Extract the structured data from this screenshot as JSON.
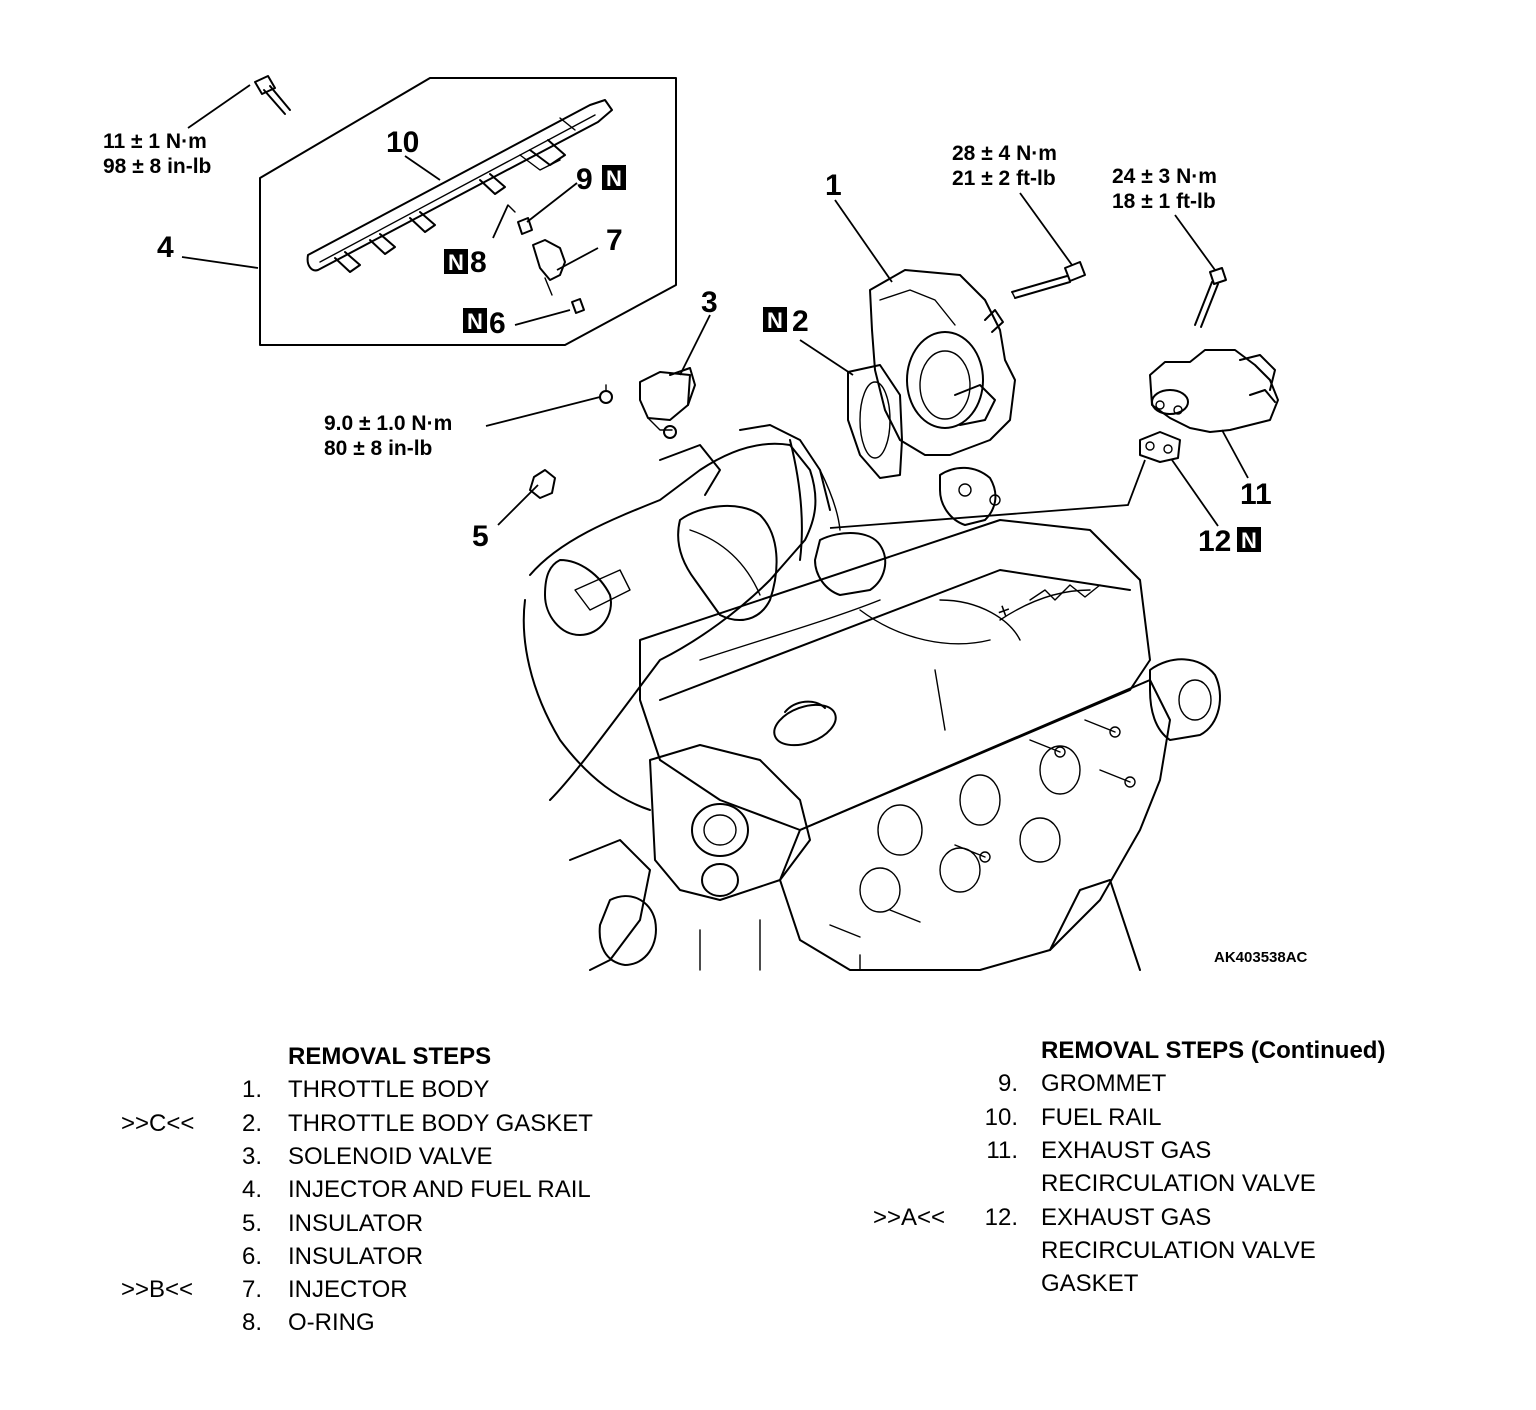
{
  "diagram": {
    "part_labels": {
      "p1": "1",
      "p2": "2",
      "p3": "3",
      "p4": "4",
      "p5": "5",
      "p6": "6",
      "p7": "7",
      "p8": "8",
      "p9": "9",
      "p10": "10",
      "p11": "11",
      "p12": "12"
    },
    "new_part_badge": "N",
    "torque": {
      "fuel_rail_bolt": [
        "11 ± 1 N·m",
        "98 ± 8 in-lb"
      ],
      "throttle_body_bolt": [
        "28 ± 4 N·m",
        "21 ± 2 ft-lb"
      ],
      "egr_valve_bolt": [
        "24 ± 3 N·m",
        "18 ± 1 ft-lb"
      ],
      "solenoid_valve_bolt": [
        "9.0 ± 1.0 N·m",
        "80 ± 8 in-lb"
      ]
    },
    "figure_ref": "AK403538AC"
  },
  "removal_steps": {
    "left": {
      "heading": "REMOVAL STEPS",
      "items": [
        {
          "mark": "",
          "num": "1.",
          "text": [
            "THROTTLE BODY"
          ]
        },
        {
          "mark": ">>C<<",
          "num": "2.",
          "text": [
            "THROTTLE BODY GASKET"
          ]
        },
        {
          "mark": "",
          "num": "3.",
          "text": [
            "SOLENOID VALVE"
          ]
        },
        {
          "mark": "",
          "num": "4.",
          "text": [
            "INJECTOR AND FUEL RAIL"
          ]
        },
        {
          "mark": "",
          "num": "5.",
          "text": [
            "INSULATOR"
          ]
        },
        {
          "mark": "",
          "num": "6.",
          "text": [
            "INSULATOR"
          ]
        },
        {
          "mark": ">>B<<",
          "num": "7.",
          "text": [
            "INJECTOR"
          ]
        },
        {
          "mark": "",
          "num": "8.",
          "text": [
            "O-RING"
          ]
        }
      ]
    },
    "right": {
      "heading": "REMOVAL STEPS (Continued)",
      "items": [
        {
          "mark": "",
          "num": "9.",
          "text": [
            "GROMMET"
          ]
        },
        {
          "mark": "",
          "num": "10.",
          "text": [
            "FUEL RAIL"
          ]
        },
        {
          "mark": "",
          "num": "11.",
          "text": [
            "EXHAUST GAS",
            "RECIRCULATION VALVE"
          ]
        },
        {
          "mark": ">>A<<",
          "num": "12.",
          "text": [
            "EXHAUST GAS",
            "RECIRCULATION VALVE",
            "GASKET"
          ]
        }
      ]
    }
  }
}
